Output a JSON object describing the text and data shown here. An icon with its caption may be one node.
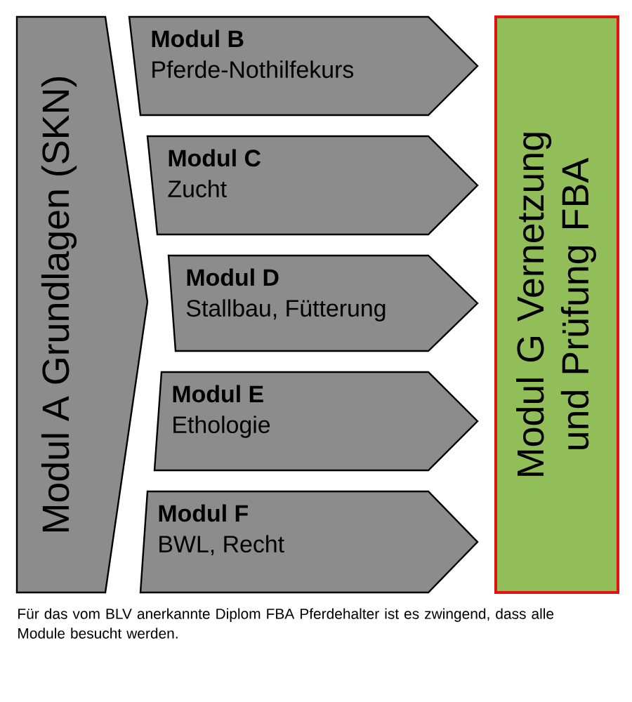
{
  "diagram": {
    "caption": "Für das vom BLV anerkannte Diplom FBA Pferdehalter ist es zwingend, dass alle Module besucht werden.",
    "nodes": [
      {
        "text": [
          "Modul A Grundlagen (SKN)"
        ]
      },
      {
        "text": [
          "Modul B",
          "Pferde-Nothilfekurs"
        ]
      },
      {
        "text": [
          "Modul C",
          "Zucht"
        ]
      },
      {
        "text": [
          "Modul D",
          "Stallbau, Fütterung"
        ]
      },
      {
        "text": [
          "Modul E",
          "Ethologie"
        ]
      },
      {
        "text": [
          "Modul F",
          "BWL, Recht"
        ]
      },
      {
        "text": [
          "Modul G Vernetzung und Prüfung FBA"
        ]
      }
    ]
  }
}
